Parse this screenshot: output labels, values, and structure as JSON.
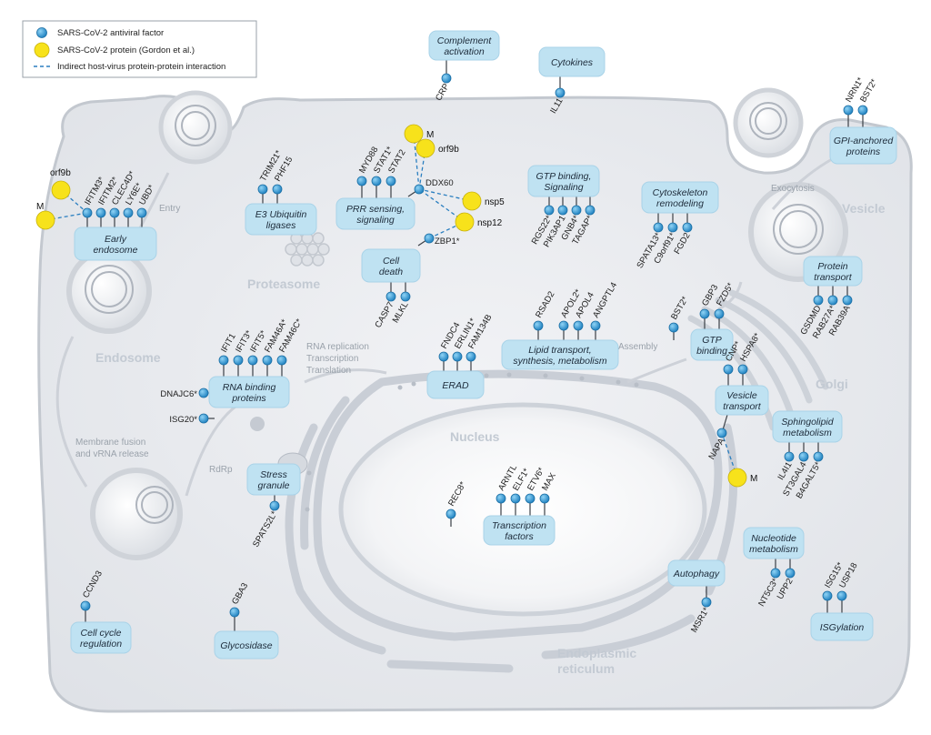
{
  "colors": {
    "cell_fill": "#e7e9ed",
    "cell_stroke": "#c3c8cf",
    "box_fill": "#bfe2f2",
    "gene_dot": "#2a9bd6",
    "viral_dot": "#f7e21b",
    "link": "#2b7fc0",
    "region_text": "#c3cad3"
  },
  "legend": {
    "antiviral": "SARS-CoV-2 antiviral factor",
    "viral": "SARS-CoV-2 protein (Gordon et al.)",
    "interaction": "Indirect host-virus protein-protein interaction"
  },
  "regions": {
    "endosome": "Endosome",
    "proteasome": "Proteasome",
    "nucleus": "Nucleus",
    "golgi": "Golgi",
    "vesicle": "Vesicle",
    "er_line1": "Endoplasmic",
    "er_line2": "reticulum"
  },
  "processes": {
    "entry": "Entry",
    "exocytosis": "Exocytosis",
    "assembly": "Assembly",
    "rna_replication": "RNA replication",
    "transcription": "Transcription",
    "translation": "Translation",
    "membrane_fusion": "Membrane fusion",
    "vrna_release": "and vRNA release",
    "rdrp": "RdRp"
  },
  "categories": [
    {
      "id": "complement",
      "lines": [
        "Complement",
        "activation"
      ],
      "genes": [
        "CRP"
      ]
    },
    {
      "id": "cytokines",
      "lines": [
        "Cytokines"
      ],
      "genes": [
        "IL11"
      ]
    },
    {
      "id": "gpi",
      "lines": [
        "GPI-anchored",
        "proteins"
      ],
      "genes": [
        "NRN1*",
        "BST2*"
      ]
    },
    {
      "id": "early-endosome",
      "lines": [
        "Early",
        "endosome"
      ],
      "genes": [
        "IFITM3*",
        "IFITM2*",
        "CLEC4D*",
        "LY6E*",
        "UBD*"
      ]
    },
    {
      "id": "e3",
      "lines": [
        "E3 Ubiquitin",
        "ligases"
      ],
      "genes": [
        "TRIM21*",
        "PHF15"
      ]
    },
    {
      "id": "prr",
      "lines": [
        "PRR sensing,",
        "signaling"
      ],
      "genes": [
        "MYD88",
        "STAT1*",
        "STAT2",
        "DDX60"
      ]
    },
    {
      "id": "cell-death",
      "lines": [
        "Cell",
        "death"
      ],
      "genes": [
        "ZBP1*",
        "CASP7",
        "MLKL"
      ]
    },
    {
      "id": "gtp-signaling",
      "lines": [
        "GTP binding,",
        "Signaling"
      ],
      "genes": [
        "RGS22*",
        "PIK3AP1",
        "GNB4*",
        "TAGAP*"
      ]
    },
    {
      "id": "cytoskeleton",
      "lines": [
        "Cytoskeleton",
        "remodeling"
      ],
      "genes": [
        "SPATA13*",
        "C9orf91*",
        "FGD2"
      ]
    },
    {
      "id": "protein-transport",
      "lines": [
        "Protein",
        "transport"
      ],
      "genes": [
        "GSDMD",
        "RAB27A*",
        "RAB39A"
      ]
    },
    {
      "id": "rna-binding",
      "lines": [
        "RNA binding",
        "proteins"
      ],
      "genes": [
        "IFIT1",
        "IFIT3*",
        "IFIT5*",
        "FAM46A*",
        "FAM46C*",
        "DNAJC6*",
        "ISG20*"
      ]
    },
    {
      "id": "erad",
      "lines": [
        "ERAD"
      ],
      "genes": [
        "FNDC4",
        "ERLIN1*",
        "FAM134B"
      ]
    },
    {
      "id": "lipid",
      "lines": [
        "Lipid transport,",
        "synthesis, metabolism"
      ],
      "genes": [
        "RSAD2",
        "APOL2*",
        "APOL4",
        "ANGPTL4"
      ]
    },
    {
      "id": "gtp-binding",
      "lines": [
        "GTP",
        "binding"
      ],
      "genes": [
        "BST2*",
        "GBP3",
        "FZD5*"
      ]
    },
    {
      "id": "vesicle-transport",
      "lines": [
        "Vesicle",
        "transport"
      ],
      "genes": [
        "CNP*",
        "HSPA8*",
        "NAPA"
      ]
    },
    {
      "id": "sphingolipid",
      "lines": [
        "Sphingolipid",
        "metabolism"
      ],
      "genes": [
        "IL4I1",
        "ST3GAL4",
        "B4GALT5*"
      ]
    },
    {
      "id": "stress-granule",
      "lines": [
        "Stress",
        "granule"
      ],
      "genes": [
        "SPATS2L*"
      ]
    },
    {
      "id": "transcription-factors",
      "lines": [
        "Transcription",
        "factors"
      ],
      "genes": [
        "ARNTL",
        "ELF1*",
        "ETV6*",
        "MAX",
        "REC8*"
      ]
    },
    {
      "id": "nucleotide",
      "lines": [
        "Nucleotide",
        "metabolism"
      ],
      "genes": [
        "NT5C3*",
        "UPP2"
      ]
    },
    {
      "id": "autophagy",
      "lines": [
        "Autophagy"
      ],
      "genes": [
        "MSR1*"
      ]
    },
    {
      "id": "isgylation",
      "lines": [
        "ISGylation"
      ],
      "genes": [
        "ISG15*",
        "USP18"
      ]
    },
    {
      "id": "cell-cycle",
      "lines": [
        "Cell cycle",
        "regulation"
      ],
      "genes": [
        "CCND3"
      ]
    },
    {
      "id": "glycosidase",
      "lines": [
        "Glycosidase"
      ],
      "genes": [
        "GBA3"
      ]
    }
  ],
  "viral_proteins": [
    "orf9b",
    "M",
    "M",
    "orf9b",
    "nsp5",
    "nsp12",
    "M"
  ]
}
